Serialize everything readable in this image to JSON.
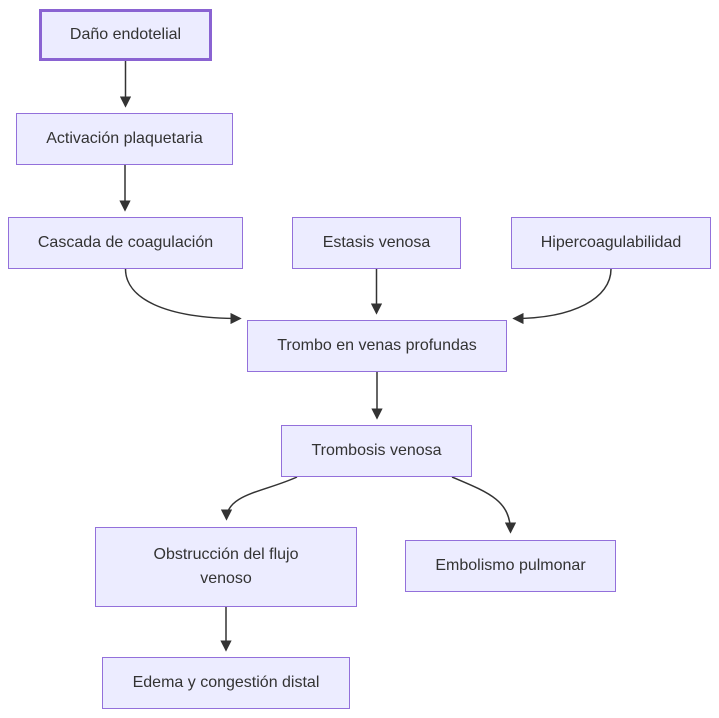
{
  "diagram": {
    "type": "flowchart-top-down",
    "colors": {
      "node_fill": "#ECECFF",
      "node_border": "#9370DB",
      "emphasis_border": "#8A63D2",
      "edge": "#333333",
      "text": "#333333",
      "background": "#ffffff"
    },
    "nodes": [
      {
        "id": "dano-endotelial",
        "label": "Daño endotelial",
        "emphasis": true
      },
      {
        "id": "activacion-plaquetaria",
        "label": "Activación plaquetaria",
        "emphasis": false
      },
      {
        "id": "cascada-coagulacion",
        "label": "Cascada de coagulación",
        "emphasis": false
      },
      {
        "id": "estasis-venosa",
        "label": "Estasis venosa",
        "emphasis": false
      },
      {
        "id": "hipercoagulabilidad",
        "label": "Hipercoagulabilidad",
        "emphasis": false
      },
      {
        "id": "trombo-venas-profundas",
        "label": "Trombo en venas profundas",
        "emphasis": false
      },
      {
        "id": "trombosis-venosa",
        "label": "Trombosis venosa",
        "emphasis": false
      },
      {
        "id": "obstruccion-flujo",
        "label": "Obstrucción del flujo\nvenoso",
        "emphasis": false
      },
      {
        "id": "embolismo-pulmonar",
        "label": "Embolismo pulmonar",
        "emphasis": false
      },
      {
        "id": "edema-congestion",
        "label": "Edema y congestión distal",
        "emphasis": false
      }
    ],
    "edges": [
      {
        "from": "dano-endotelial",
        "to": "activacion-plaquetaria"
      },
      {
        "from": "activacion-plaquetaria",
        "to": "cascada-coagulacion"
      },
      {
        "from": "cascada-coagulacion",
        "to": "trombo-venas-profundas"
      },
      {
        "from": "estasis-venosa",
        "to": "trombo-venas-profundas"
      },
      {
        "from": "hipercoagulabilidad",
        "to": "trombo-venas-profundas"
      },
      {
        "from": "trombo-venas-profundas",
        "to": "trombosis-venosa"
      },
      {
        "from": "trombosis-venosa",
        "to": "obstruccion-flujo"
      },
      {
        "from": "trombosis-venosa",
        "to": "embolismo-pulmonar"
      },
      {
        "from": "obstruccion-flujo",
        "to": "edema-congestion"
      }
    ]
  }
}
